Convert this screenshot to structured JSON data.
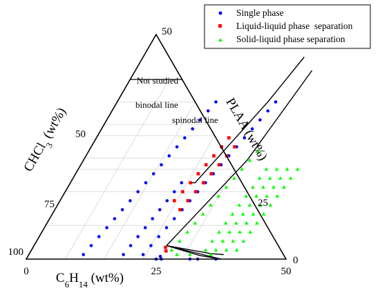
{
  "chart_data": {
    "type": "scatter",
    "plot_kind": "ternary",
    "region_cutoff": 80,
    "axes": {
      "bottom": {
        "label_parts": [
          {
            "t": "C"
          },
          {
            "t": "6",
            "sub": true
          },
          {
            "t": "H"
          },
          {
            "t": "14",
            "sub": true
          },
          {
            "t": " (wt%)"
          }
        ],
        "ticks": [
          {
            "label": "0",
            "value": 0
          },
          {
            "label": "25",
            "value": 25
          },
          {
            "label": "50",
            "value": 50
          }
        ]
      },
      "left": {
        "label_parts": [
          {
            "t": "CHCl"
          },
          {
            "t": "3",
            "sub": true
          },
          {
            "t": " (wt%)"
          }
        ],
        "ticks": [
          {
            "label": "50",
            "value": 50
          },
          {
            "label": "75",
            "value": 75
          },
          {
            "label": "100",
            "value": 100
          }
        ]
      },
      "right": {
        "label_parts": [
          {
            "t": "PLAA (wt%)"
          }
        ],
        "ticks": [
          {
            "label": "50",
            "value": 50
          },
          {
            "label": "25",
            "value": 25
          },
          {
            "label": "0",
            "value": 0
          }
        ]
      }
    },
    "gridlines": [
      15,
      30,
      45,
      60
    ],
    "annotations": {
      "not_studied": "Not studied",
      "binodal": "binodal line",
      "spinodal": "spinodal line"
    },
    "legend": {
      "position": "top-right",
      "entries": [
        {
          "name": "Single phase",
          "marker": "circle",
          "color": "#0000ff"
        },
        {
          "name": "Liquid-liquid phase  separation",
          "marker": "square",
          "color": "#ff0000"
        },
        {
          "name": "Solid-liquid phase separation",
          "marker": "triangle",
          "color": "#00ff00"
        }
      ]
    },
    "series": [
      {
        "name": "Single phase",
        "marker": "circle",
        "color": "#0000ff",
        "points": [
          [
            10.5,
            1
          ],
          [
            11.0,
            3
          ],
          [
            11.5,
            5
          ],
          [
            12.0,
            7
          ],
          [
            12.5,
            9
          ],
          [
            13.0,
            11
          ],
          [
            13.5,
            13
          ],
          [
            14.0,
            15
          ],
          [
            14.5,
            17
          ],
          [
            15.0,
            19
          ],
          [
            15.5,
            21
          ],
          [
            16.0,
            23
          ],
          [
            16.5,
            25
          ],
          [
            17.0,
            27
          ],
          [
            17.5,
            29
          ],
          [
            18.0,
            31
          ],
          [
            18.5,
            33
          ],
          [
            19.0,
            35
          ],
          [
            18.2,
            1
          ],
          [
            18.6,
            3
          ],
          [
            19.0,
            5
          ],
          [
            19.4,
            7
          ],
          [
            19.8,
            9
          ],
          [
            20.2,
            11
          ],
          [
            20.6,
            13
          ],
          [
            21.0,
            15
          ],
          [
            21.4,
            17
          ],
          [
            22.0,
            1
          ],
          [
            22.5,
            3
          ],
          [
            23.0,
            5
          ],
          [
            23.5,
            7
          ],
          [
            24.0,
            9
          ],
          [
            24.5,
            11
          ],
          [
            25.0,
            13
          ],
          [
            25.5,
            15
          ],
          [
            26.0,
            17
          ],
          [
            26.5,
            19
          ],
          [
            27.0,
            21
          ],
          [
            27.5,
            23
          ],
          [
            28.0,
            25
          ],
          [
            28.5,
            27
          ],
          [
            29.0,
            29
          ],
          [
            29.5,
            31
          ],
          [
            30.0,
            33
          ],
          [
            30.5,
            35
          ],
          [
            25.0,
            0
          ],
          [
            26.0,
            0
          ],
          [
            31.5,
            0
          ],
          [
            33.0,
            0
          ],
          [
            36.5,
            0
          ],
          [
            25.5,
            0.6
          ]
        ]
      },
      {
        "name": "Liquid-liquid phase separation",
        "marker": "square",
        "color": "#ff0000",
        "points": [
          [
            22.0,
            13
          ],
          [
            22.6,
            15
          ],
          [
            23.1,
            17
          ],
          [
            23.6,
            19
          ],
          [
            24.1,
            21
          ],
          [
            24.6,
            23
          ],
          [
            25.1,
            25
          ],
          [
            25.5,
            27
          ],
          [
            24.1,
            11
          ],
          [
            24.6,
            13
          ],
          [
            25.1,
            15
          ],
          [
            25.6,
            17
          ],
          [
            26.1,
            19
          ],
          [
            26.6,
            21
          ],
          [
            27.1,
            23
          ],
          [
            27.6,
            25
          ],
          [
            26.0,
            1.8
          ],
          [
            25.5,
            2.6
          ]
        ]
      },
      {
        "name": "Solid-liquid phase separation",
        "marker": "triangle",
        "color": "#00ff00",
        "points": [
          [
            27.0,
            2
          ],
          [
            27.5,
            4
          ],
          [
            28.0,
            6
          ],
          [
            28.5,
            8
          ],
          [
            29.0,
            10
          ],
          [
            29.5,
            12
          ],
          [
            30.0,
            14
          ],
          [
            30.5,
            16
          ],
          [
            31.0,
            18
          ],
          [
            31.5,
            20
          ],
          [
            32.0,
            22
          ],
          [
            32.5,
            24
          ],
          [
            33.5,
            2
          ],
          [
            33.8,
            4
          ],
          [
            34.1,
            6
          ],
          [
            34.4,
            8
          ],
          [
            34.7,
            10
          ],
          [
            35.0,
            12
          ],
          [
            35.3,
            14
          ],
          [
            35.6,
            16
          ],
          [
            35.9,
            18
          ],
          [
            36.2,
            20
          ],
          [
            35.5,
            2
          ],
          [
            35.8,
            4
          ],
          [
            36.1,
            6
          ],
          [
            36.4,
            8
          ],
          [
            36.7,
            10
          ],
          [
            37.0,
            12
          ],
          [
            37.3,
            14
          ],
          [
            37.6,
            16
          ],
          [
            37.9,
            18
          ],
          [
            38.2,
            20
          ],
          [
            37.5,
            2
          ],
          [
            37.8,
            4
          ],
          [
            38.1,
            6
          ],
          [
            38.4,
            8
          ],
          [
            38.7,
            10
          ],
          [
            39.0,
            12
          ],
          [
            39.3,
            14
          ],
          [
            39.6,
            16
          ],
          [
            39.9,
            18
          ],
          [
            40.2,
            20
          ],
          [
            39.5,
            2
          ],
          [
            39.8,
            4
          ],
          [
            40.1,
            6
          ],
          [
            40.4,
            8
          ],
          [
            40.7,
            10
          ],
          [
            41.0,
            12
          ],
          [
            41.3,
            14
          ],
          [
            41.6,
            16
          ],
          [
            41.9,
            18
          ],
          [
            42.2,
            20
          ],
          [
            28.5,
            1
          ],
          [
            31.0,
            1
          ],
          [
            35.0,
            1
          ]
        ]
      }
    ],
    "curves": [
      {
        "name": "binodal",
        "points": [
          [
            23,
            17
          ],
          [
            24,
            17
          ],
          [
            29,
            35
          ],
          [
            31,
            45
          ]
        ]
      },
      {
        "name": "spinodal",
        "points": [
          [
            25.5,
            3
          ],
          [
            31.5,
            22
          ],
          [
            34,
            42
          ]
        ]
      },
      {
        "name": "tie-lines",
        "points": [
          [
            25.5,
            3
          ],
          [
            33,
            0.8
          ],
          [
            37.5,
            0
          ],
          [
            25.5,
            3
          ]
        ]
      },
      {
        "name": "tie-lines",
        "points": [
          [
            25.5,
            3
          ],
          [
            35,
            1.2
          ],
          [
            37.5,
            1
          ]
        ]
      }
    ]
  }
}
